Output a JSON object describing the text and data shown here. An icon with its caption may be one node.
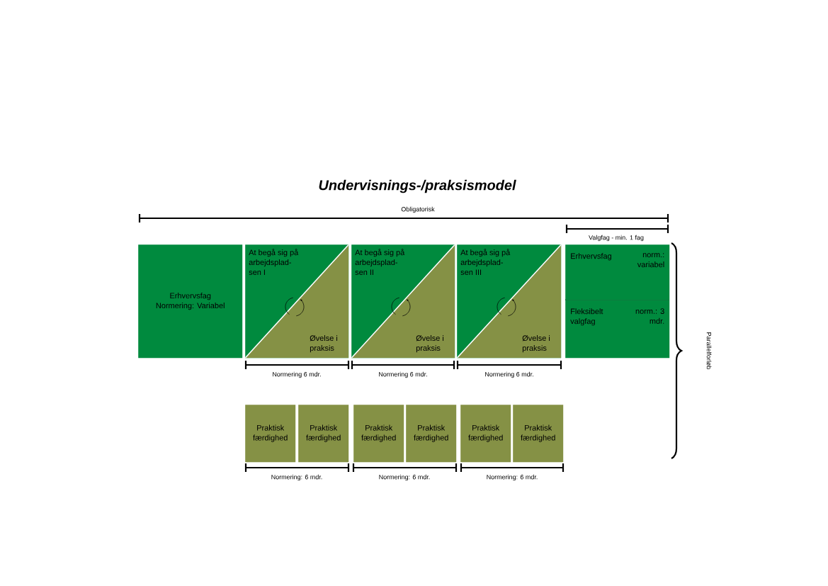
{
  "diagram": {
    "title": "Undervisnings-/praksismodel",
    "nodes": [
      {
        "text": [
          "Erhvervsfag",
          "Normering: Variabel"
        ]
      },
      {
        "text": [
          "At begå sig på arbejdsplad- sen I",
          "Øvelse i praksis"
        ]
      },
      {
        "text": [
          "At begå sig på arbejdsplad- sen II",
          "Øvelse i praksis"
        ]
      },
      {
        "text": [
          "At begå sig på arbejdsplad- sen III",
          "Øvelse i praksis"
        ]
      },
      {
        "text": [
          "Erhvervsfag",
          "norm.: variabel"
        ]
      },
      {
        "text": [
          "Fleksibelt valgfag",
          "norm.: 3 mdr."
        ]
      },
      {
        "text": [
          "Praktisk færdighed"
        ]
      },
      {
        "text": [
          "Praktisk færdighed"
        ]
      },
      {
        "text": [
          "Praktisk færdighed"
        ]
      },
      {
        "text": [
          "Praktisk færdighed"
        ]
      },
      {
        "text": [
          "Praktisk færdighed"
        ]
      },
      {
        "text": [
          "Praktisk færdighed"
        ]
      }
    ],
    "edges": [],
    "labels": [
      "Obligatorisk",
      "Valgfag - min. 1 fag",
      "Normering 6 mdr.",
      "Normering 6 mdr.",
      "Normering 6 mdr.",
      "Parallelforløb",
      "Normering: 6 mdr.",
      "Normering: 6 mdr.",
      "Normering: 6 mdr."
    ]
  }
}
